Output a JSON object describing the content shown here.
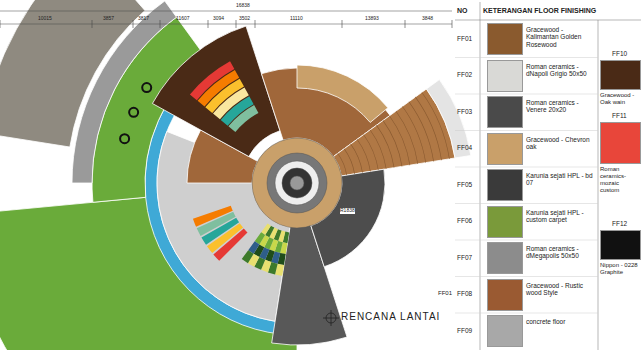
{
  "diagram": {
    "title": "RENCANA LANTAI",
    "labels": [
      "NO",
      "KETERANGAN FLOOR FINISHING",
      "FF01",
      "FF02",
      "FF03",
      "FF04",
      "FF05",
      "FF06",
      "FF07",
      "FF08",
      "FF09",
      "FF10",
      "FF11",
      "FF12",
      "FF01",
      "16838",
      "10015",
      "3857",
      "3817",
      "11607",
      "3094",
      "3502",
      "11110",
      "13893",
      "3848",
      "R1838"
    ],
    "legend": [
      {
        "text": "Gracewood - Kalimantan Golden Rosewood",
        "color": "#8a5a2e"
      },
      {
        "text": "Roman ceramics - dNapoli Grigio 50x50",
        "color": "#d9d9d6"
      },
      {
        "text": "Roman ceramics - Venere 20x20",
        "color": "#4a4a4a"
      },
      {
        "text": "Gracewood - Chevron oak",
        "color": "#c9a06a"
      },
      {
        "text": "Karunia sejati HPL - bd 07",
        "color": "#3a3a3a"
      },
      {
        "text": "Karunia sejati HPL - custom carpet",
        "color": "#7a9a3a"
      },
      {
        "text": "Roman ceramics - dMegapolis 50x50",
        "color": "#8c8c8c"
      },
      {
        "text": "Gracewood - Rustic wood Style",
        "color": "#9a5a32"
      },
      {
        "text": "concrete floor",
        "color": "#a8a8a8"
      },
      {
        "text": "Gracewood - Oak wain",
        "color": "#4a2a16"
      },
      {
        "text": "Roman ceramics- mozaic custom",
        "color": "#e8463a"
      },
      {
        "text": "Nippon - 0228 Graphite",
        "color": "#111111"
      }
    ]
  }
}
